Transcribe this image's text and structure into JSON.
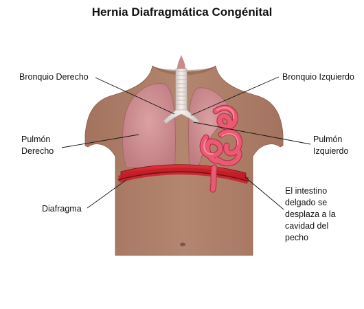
{
  "title": "Hernia Diafragmática Congénital",
  "colors": {
    "skin": "#a87b67",
    "skin_shadow": "#8d604e",
    "lung": "#cf8f92",
    "lung_shadow": "#b56f74",
    "diaphragm": "#cc1f2a",
    "intestine": "#e5526a",
    "trachea": "#e8e0dc",
    "leader_line": "#111111"
  },
  "labels": {
    "bronquio_derecho": "Bronquio Derecho",
    "bronquio_izquierdo": "Bronquio Izquierdo",
    "pulmon_derecho": [
      "Pulmón",
      "Derecho"
    ],
    "pulmon_izquierdo": [
      "Pulmón",
      "Izquierdo"
    ],
    "diafragma": "Diafragma",
    "intestino": [
      "El intestino",
      "delgado se",
      "desplaza a la",
      "cavidad del",
      "pecho"
    ]
  }
}
